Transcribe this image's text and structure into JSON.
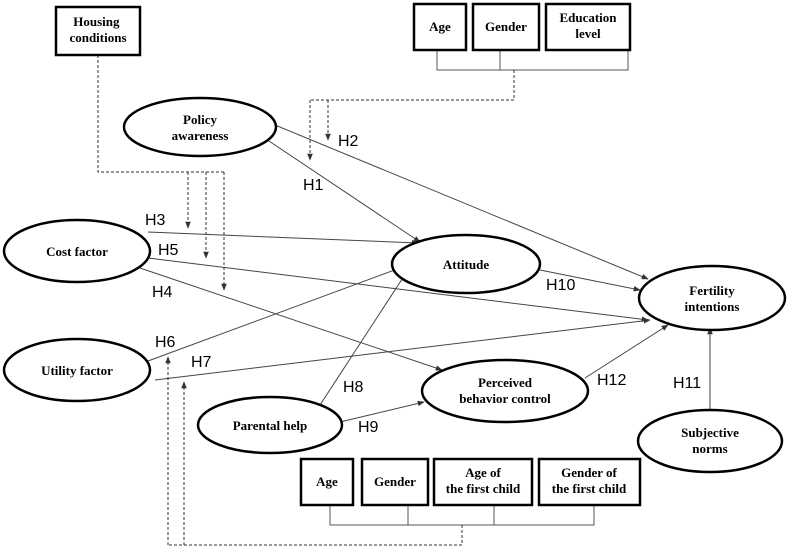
{
  "nodes": {
    "housing_conditions": "Housing conditions",
    "age_top": "Age",
    "gender_top": "Gender",
    "education_level": "Education level",
    "policy_awareness": "Policy awareness",
    "cost_factor": "Cost factor",
    "utility_factor": "Utility factor",
    "attitude": "Attitude",
    "fertility_intentions": "Fertility intentions",
    "perceived_behavior_control": "Perceived behavior control",
    "parental_help": "Parental help",
    "subjective_norms": "Subjective norms",
    "age_bottom": "Age",
    "gender_bottom": "Gender",
    "age_first_child": "Age of the first child",
    "gender_first_child": "Gender of the first child"
  },
  "hypotheses": {
    "h1": "H1",
    "h2": "H2",
    "h3": "H3",
    "h4": "H4",
    "h5": "H5",
    "h6": "H6",
    "h7": "H7",
    "h8": "H8",
    "h9": "H9",
    "h10": "H10",
    "h11": "H11",
    "h12": "H12"
  },
  "colors": {
    "line": "#444444",
    "stroke": "#000000",
    "background": "#ffffff"
  }
}
